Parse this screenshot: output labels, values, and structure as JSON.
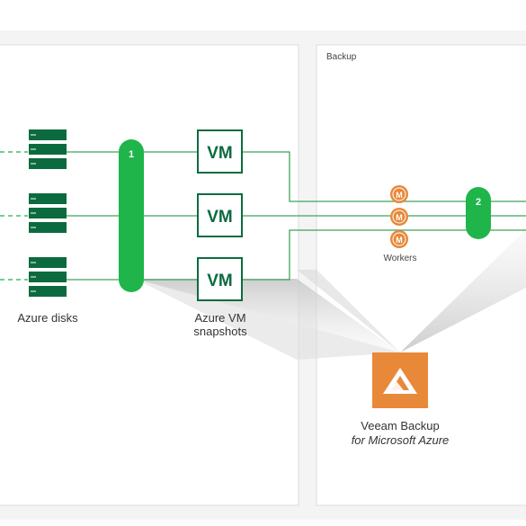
{
  "section": {
    "backup_label": "Backup"
  },
  "disks": {
    "label": "Azure disks"
  },
  "snapshots": {
    "vm_text": "VM",
    "label_line1": "Azure VM",
    "label_line2": "snapshots"
  },
  "workers": {
    "label": "Workers",
    "icon_text": "M"
  },
  "markers": {
    "one": "1",
    "two": "2"
  },
  "product": {
    "name": "Veeam Backup",
    "subtitle": "for Microsoft Azure"
  },
  "colors": {
    "green": "#1fb54a",
    "dark_green": "#0c6b3e",
    "orange": "#e8893a",
    "line": "#3fa35a"
  }
}
